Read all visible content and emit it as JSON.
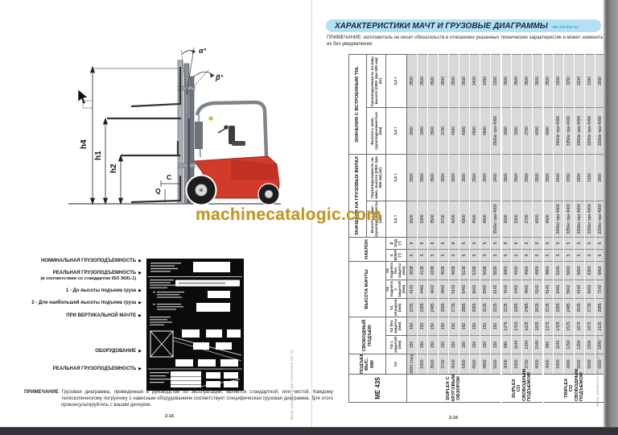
{
  "watermark": "machinecatalogic.com",
  "left_page": {
    "diagram": {
      "dim_h4": "h4",
      "dim_h1": "h1",
      "dim_h2": "h2",
      "dim_c": "C",
      "dim_q": "Q",
      "angle_alpha": "α°",
      "angle_beta": "β°"
    },
    "plate_labels": [
      {
        "text": "НОМИНАЛЬНАЯ ГРУЗОПОДЪЕМНОСТЬ",
        "arrow": "▶"
      },
      {
        "text": "РЕАЛЬНАЯ ГРУЗОПОДЪЕМНОСТЬ",
        "sub": "(в соответствии со стандартом ISO 3691-1)",
        "arrow": "▶"
      },
      {
        "text": "1 - До высоты подъема груза",
        "arrow": "▶"
      },
      {
        "text": "2 - Для наибольшей высоты подъема груза",
        "arrow": "▶"
      },
      {
        "text": "ПРИ ВЕРТИКАЛЬНОЙ МАЧТЕ",
        "arrow": "▶"
      },
      {
        "text": "ОБОРУДОВАНИЕ",
        "arrow": "▶"
      },
      {
        "text": "РЕАЛЬНАЯ ГРУЗОПОДЪЕМНОСТЬ",
        "arrow": "▶"
      }
    ],
    "note_label": "ПРИМЕЧАНИЕ",
    "note_text": "Грузовая диаграмма, приведенная в руководстве по эксплуатации, является стандартной, или чистой. Каждому телескопическому погрузчику с навесным оборудованием соответствует специфическая грузовая диаграмма. Для этого проконсультируйтесь с вашим дилером.",
    "page_number": "2-15",
    "edge_ref": "ME5M (18/05/2013)  ME 425/435/455 80V S3"
  },
  "right_page": {
    "title": "ХАРАКТЕРИСТИКИ МАЧТ И ГРУЗОВЫЕ ДИАГРАММЫ",
    "title_ref": "ME 435 80V S3",
    "note": "ПРИМЕЧАНИЕ: изготовитель не несет обязательств в отношении указанных технических характеристик и может изменить их без уведомления.",
    "page_number": "2-16",
    "edge_ref": "ME5M (18/05/2013)  ME 425/435/455 80V S3",
    "table": {
      "model": "МЕ 435",
      "headers": {
        "lift_height": "ПОДЪЕМНАЯ ВЫС. MM",
        "h3": "h3",
        "free_lift": "СВОБОДНЫЙ ПОДЪЕМ",
        "h2c": "h2 с защитой (мм)",
        "h2b": "h2 без защиты (мм)",
        "mast_height": "ВЫСОТА МАЧТЫ",
        "h1": "h1 опущена (мм)",
        "h4c": "h4 поднята с защитой (мм)",
        "h4b": "h4 поднята без защиты (мм)",
        "tilt": "НАКЛОН",
        "tilt_fwd": "α ВПЕР (°)",
        "tilt_back": "β ЗАД (°)",
        "fork_values": "ЗНАЧЕНИЯ НА ГРУЗОВЫХ ВИЛАХ",
        "tdl_values": "ЗНАЧЕНИЯ С ВСТРОЕННЫМ TDL",
        "height_at_max": "Высота с макс. грузоподъемностью (мм)",
        "capacity_at_max": "Грузоподъемность на макс. высоте (CBG при 500 мм) (кг)",
        "rating": "3,5 т"
      },
      "columns_order": [
        "h3",
        "h2_с_защитой",
        "h2_без_защиты",
        "h1",
        "h4_с_защитой",
        "h4_без_защиты",
        "наклон_вперед",
        "наклон_назад",
        "вилы_высота",
        "вилы_грузоподъемность",
        "tdl_высота",
        "tdl_грузоподъемность"
      ],
      "groups": [
        {
          "label": "DUPLEX C КРУГОВЫМ ОБЗОРОМ",
          "rows": [
            [
              "3000 станд",
              "150",
              "150",
              "2235",
              "4142",
              "3838",
              "5",
              "8",
              "3000",
              "3500",
              "3000",
              "3500"
            ],
            [
              "3300",
              "150",
              "150",
              "2385",
              "4442",
              "4138",
              "5",
              "8",
              "3300",
              "3500",
              "3300",
              "3500"
            ],
            [
              "3500",
              "150",
              "150",
              "2485",
              "4642",
              "4338",
              "5",
              "8",
              "3500",
              "3500",
              "3500",
              "3500"
            ],
            [
              "3700",
              "150",
              "150",
              "2585",
              "4842",
              "4538",
              "5",
              "8",
              "3700",
              "3500",
              "3700",
              "3500"
            ],
            [
              "4000",
              "150",
              "150",
              "2735",
              "5142",
              "4838",
              "5",
              "8",
              "4000",
              "3500",
              "4000",
              "3500"
            ],
            [
              "4300",
              "150",
              "150",
              "2885",
              "5442",
              "5138",
              "5",
              "5",
              "4300",
              "3500",
              "4300",
              "3500"
            ],
            [
              "4500",
              "150",
              "150",
              "2985",
              "5642",
              "5338",
              "5",
              "5",
              "4500",
              "3500",
              "4500",
              "3400"
            ],
            [
              "4800",
              "150",
              "150",
              "3135",
              "5942",
              "5638",
              "5",
              "5",
              "4800",
              "3500",
              "4800",
              "3350"
            ],
            [
              "5000",
              "150",
              "150",
              "3235",
              "6142",
              "5838",
              "5",
              "5",
              "3500кг при 4000",
              "3400",
              "3500кг при 4000",
              "3300"
            ]
          ]
        },
        {
          "label": "DUPLEX СО СВОБОДНЫМ ПОДЪЕМОМ",
          "rows": [
            [
              "3000",
              "990",
              "1275",
              "2135",
              "4142",
              "3860",
              "5",
              "8",
              "3000",
              "3500",
              "3000",
              "3500"
            ],
            [
              "3300",
              "1140",
              "1425",
              "2285",
              "4442",
              "4160",
              "5",
              "8",
              "3300",
              "3500",
              "3300",
              "3500"
            ],
            [
              "3700",
              "1340",
              "1625",
              "2485",
              "4842",
              "4560",
              "5",
              "8",
              "3700",
              "3500",
              "3700",
              "3500"
            ],
            [
              "4000",
              "1540",
              "1825",
              "2635",
              "5142",
              "4860",
              "5",
              "8",
              "4000",
              "3500",
              "4000",
              "3500"
            ]
          ]
        },
        {
          "label": "TRIPLEX СО СВОБОДНЫМ ПОДЪЕМОМ",
          "rows": [
            [
              "4000",
              "990",
              "1275",
              "2135",
              "5142",
              "4860",
              "5",
              "5",
              "4000",
              "3500",
              "4000",
              "3500"
            ],
            [
              "4300",
              "1140",
              "1425",
              "2285",
              "5442",
              "5160",
              "5",
              "5",
              "3400кг при 4000",
              "3400",
              "3400кг при 4000",
              "3300"
            ],
            [
              "4800",
              "1290",
              "1575",
              "2485",
              "5942",
              "5660",
              "5",
              "5",
              "3350кг при 4000",
              "3350",
              "3350кг при 4000",
              "3250"
            ],
            [
              "5000",
              "1390",
              "1675",
              "2535",
              "6142",
              "5860",
              "5",
              "5",
              "3300кг при 4000",
              "3300",
              "3300кг при 4000",
              "3200"
            ],
            [
              "5500",
              "1590",
              "1875",
              "2735",
              "6642",
              "6360",
              "5",
              "5",
              "3300кг при 4000",
              "3150",
              "3300кг при 4000",
              "3150"
            ],
            [
              "6000",
              "1840",
              "2125",
              "2985",
              "7142",
              "6860",
              "5",
              "5",
              "3200кг при 4000",
              "3000",
              "3200кг при 4000",
              "3000"
            ]
          ]
        }
      ]
    }
  }
}
